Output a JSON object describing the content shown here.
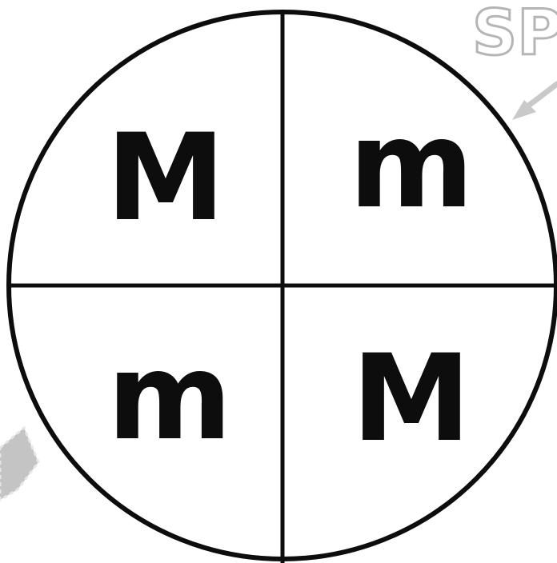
{
  "corner_text": "SP",
  "quadrants": [
    {
      "position": "top-left",
      "letter": "M"
    },
    {
      "position": "top-right",
      "letter": "m"
    },
    {
      "position": "bottom-left",
      "letter": "m"
    },
    {
      "position": "bottom-right",
      "letter": "M"
    }
  ],
  "colors": {
    "ink": "#0d0d0d",
    "background": "#ffffff",
    "decoration": "#bdbdbd"
  }
}
